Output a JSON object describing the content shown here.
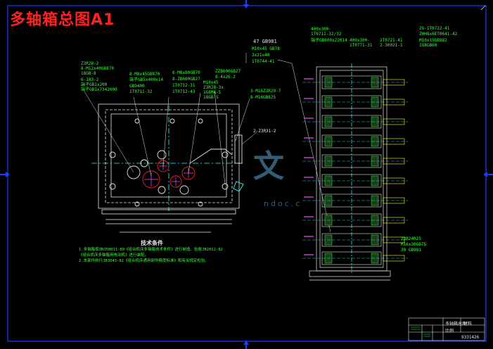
{
  "title": "多轴箱总图A1",
  "colors": {
    "border": "#1f3cff",
    "green": "#39ff39",
    "cyan": "#33ffff",
    "white": "#e8e8e8",
    "red": "#ff2020",
    "yellow": "#ffff33",
    "magenta": "#ff44ff",
    "watermark": "#3b6e8e"
  },
  "top_labels": [
    {
      "t": "47  GB981"
    },
    {
      "t": "M10x45  GB78"
    },
    {
      "t": "3x21x40"
    },
    {
      "t": "1T0744-41"
    }
  ],
  "left_callout": [
    "Z3R28-2",
    "8-M12x40GB870",
    "18GB-8",
    "6-183-2",
    "端子GB1x200",
    "端子GB1x7342000"
  ],
  "mid_callout_1": [
    "8-M8x45GB870",
    "端子GB5x400x14",
    "GB9400",
    "1T0711-32"
  ],
  "mid_callout_2": [
    "6-M8x80GB70",
    "8-ZB600GB27",
    "1T0712-31",
    "1T0712-43"
  ],
  "mid_callout_3": [
    "M10x45",
    "Z3R28-3x",
    "1G8MA-5",
    "18GB-5"
  ],
  "mid_callout_4": [
    "ZZB600GB27",
    "8-4x26-2"
  ],
  "right_callout_a": [
    "3-M16Z3R29-7",
    "8-M16GB825"
  ],
  "right_callout_b": "2-Z3R31-2",
  "right_top_1": [
    "400x300-",
    "1T0711-32/32",
    "端子GB600x22014"
  ],
  "right_top_2": [
    "400x300-",
    "1T0771-31"
  ],
  "right_top_3": [
    "2T0721-41",
    "2-30021-1"
  ],
  "right_top_4": [
    "2G-1T0722-41",
    "ZHH8x6ET0641-42",
    "M10x15GB882",
    "1G8GB60"
  ],
  "right_bottom": [
    "Z3R24R25",
    "M16x30GB75",
    "30   GB981"
  ],
  "tech_title": "技术条件",
  "tech_lines": [
    "1.多轴箱按ZBJ58011-89《组合机床多轴箱技术条件》进行制造、验收JB2012-82",
    "《组合机床多轴箱用电动机》进行装配。",
    "2.本部件执行JB3043-82《组合机床通用部件精度标准》和有关规定检验。"
  ],
  "title_block": {
    "name": "多轴箱总图",
    "code": "9331426",
    "col1": "比例",
    "col2": "材料"
  },
  "watermark": {
    "main": "文",
    "url": "ndoc.c"
  }
}
